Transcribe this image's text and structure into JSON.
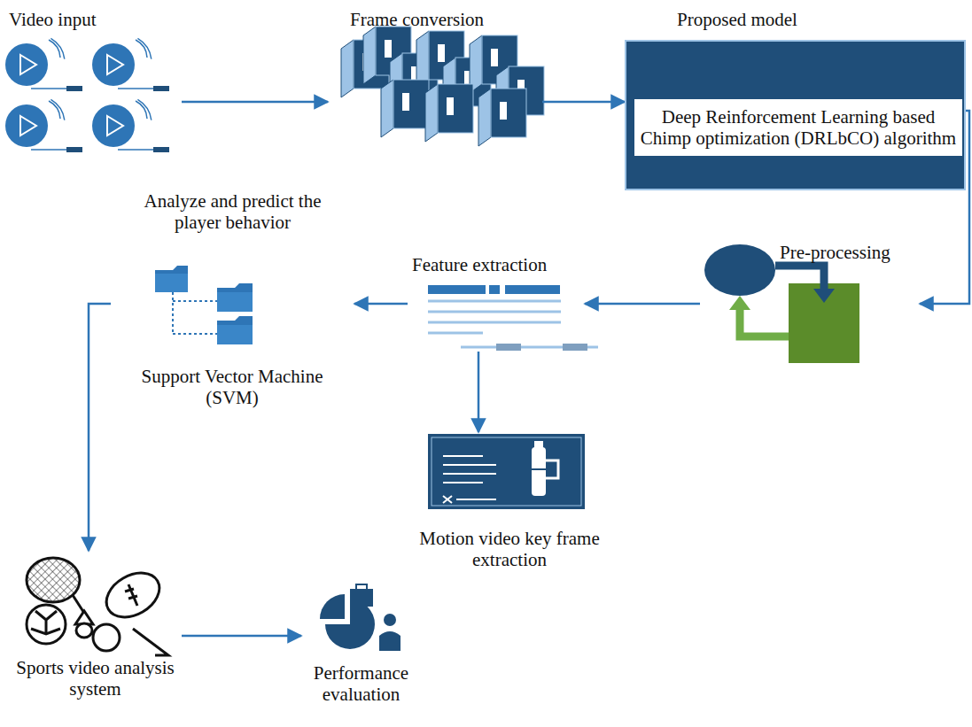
{
  "diagram": {
    "nodes": [
      {
        "text": [
          "Video input"
        ]
      },
      {
        "text": [
          "Frame conversion"
        ]
      },
      {
        "text": [
          "Proposed model",
          "Deep Reinforcement Learning based Chimp optimization (DRLbCO) algorithm"
        ]
      },
      {
        "text": [
          "Pre-processing"
        ]
      },
      {
        "text": [
          "Feature extraction"
        ]
      },
      {
        "text": [
          "Motion video key frame extraction"
        ]
      },
      {
        "text": [
          "Analyze and predict the player behavior",
          "Support Vector Machine (SVM)"
        ]
      },
      {
        "text": [
          "Sports video analysis system"
        ]
      },
      {
        "text": [
          "Performance evaluation"
        ]
      }
    ],
    "edges": [
      {
        "from": 0,
        "to": 1,
        "arrow": "to"
      },
      {
        "from": 1,
        "to": 2,
        "arrow": "to"
      },
      {
        "from": 2,
        "to": 3,
        "arrow": "to"
      },
      {
        "from": 3,
        "to": 4,
        "arrow": "to"
      },
      {
        "from": 4,
        "to": 5,
        "arrow": "to"
      },
      {
        "from": 4,
        "to": 6,
        "arrow": "to"
      },
      {
        "from": 6,
        "to": 7,
        "arrow": "to"
      },
      {
        "from": 7,
        "to": 8,
        "arrow": "to"
      }
    ]
  }
}
